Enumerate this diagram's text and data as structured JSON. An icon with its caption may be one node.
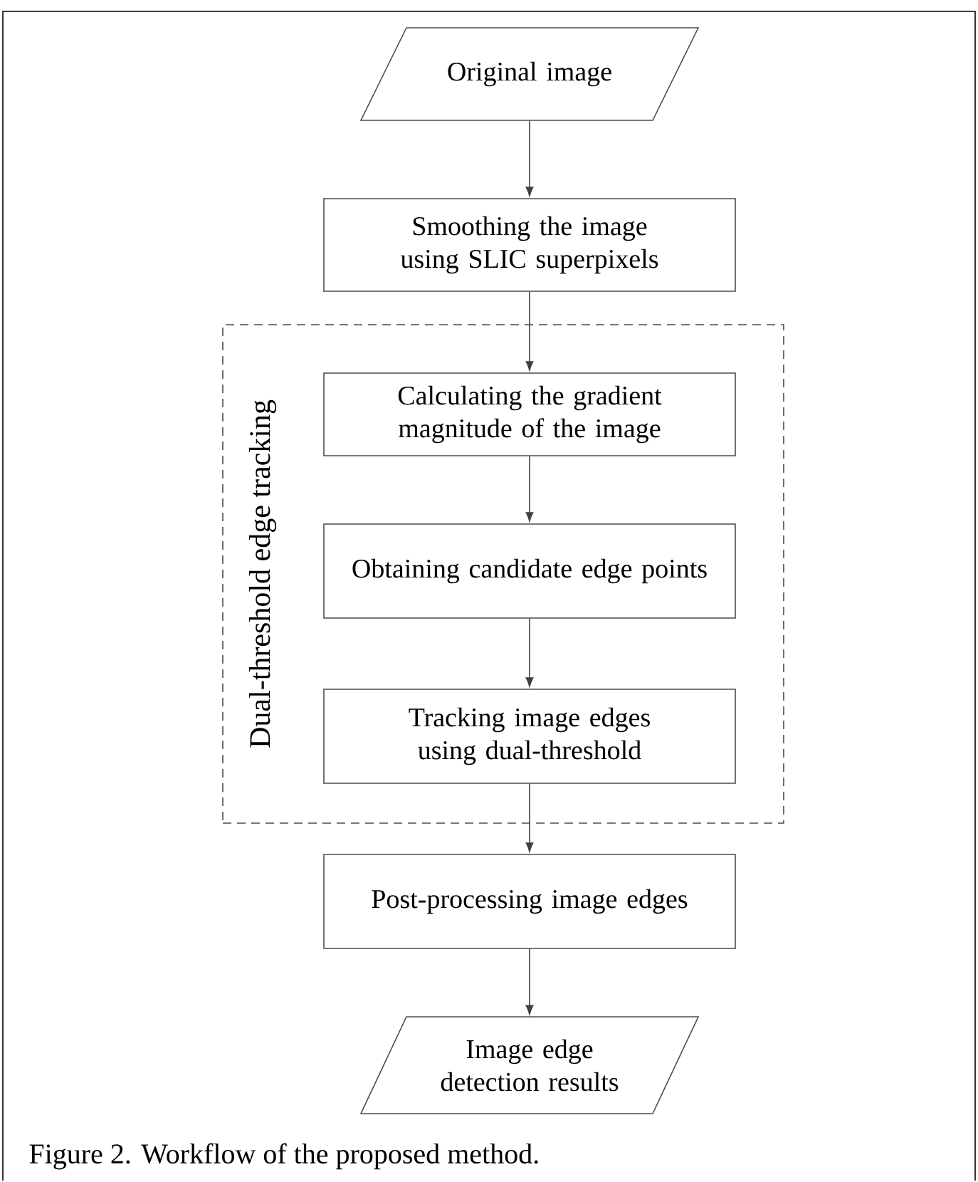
{
  "diagram": {
    "caption": "Figure 2. Workflow of the proposed method.",
    "nodes": [
      {
        "text": [
          "Original image"
        ]
      },
      {
        "text": [
          "Smoothing the image using SLIC superpixels"
        ]
      },
      {
        "text": [
          "Dual-threshold edge tracking"
        ]
      },
      {
        "text": [
          "Calculating the gradient magnitude of the image"
        ],
        "in": 2
      },
      {
        "text": [
          "Obtaining candidate edge points"
        ],
        "in": 2
      },
      {
        "text": [
          "Tracking image edges using dual-threshold"
        ],
        "in": 2
      },
      {
        "text": [
          "Post-processing image edges"
        ]
      },
      {
        "text": [
          "Image edge detection results"
        ]
      }
    ],
    "edges": [
      {
        "from": 0,
        "to": 1,
        "arrow": "to"
      },
      {
        "from": 1,
        "to": 3,
        "arrow": "to"
      },
      {
        "from": 3,
        "to": 4,
        "arrow": "to"
      },
      {
        "from": 4,
        "to": 5,
        "arrow": "to"
      },
      {
        "from": 5,
        "to": 6,
        "arrow": "to"
      },
      {
        "from": 6,
        "to": 7,
        "arrow": "to"
      }
    ]
  }
}
